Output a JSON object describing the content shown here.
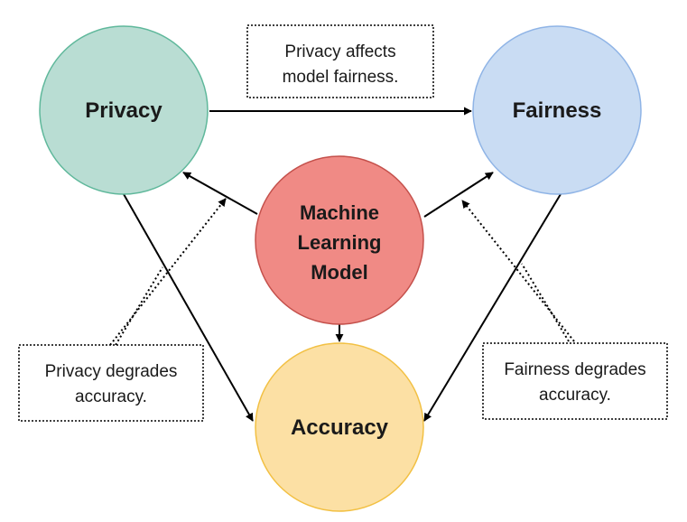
{
  "nodes": {
    "privacy": {
      "label": "Privacy",
      "fill": "#b9ddd3",
      "stroke": "#5fb89b"
    },
    "fairness": {
      "label": "Fairness",
      "fill": "#c9dcf3",
      "stroke": "#8fb4e6"
    },
    "model": {
      "label_lines": [
        "Machine",
        "Learning",
        "Model"
      ],
      "fill": "#f08a85",
      "stroke": "#c4504b"
    },
    "accuracy": {
      "label": "Accuracy",
      "fill": "#fce0a4",
      "stroke": "#f2c043"
    }
  },
  "notes": {
    "privacy_fairness": [
      "Privacy affects",
      "model fairness."
    ],
    "privacy_accuracy": [
      "Privacy degrades",
      "accuracy."
    ],
    "fairness_accuracy": [
      "Fairness degrades",
      "accuracy."
    ]
  }
}
